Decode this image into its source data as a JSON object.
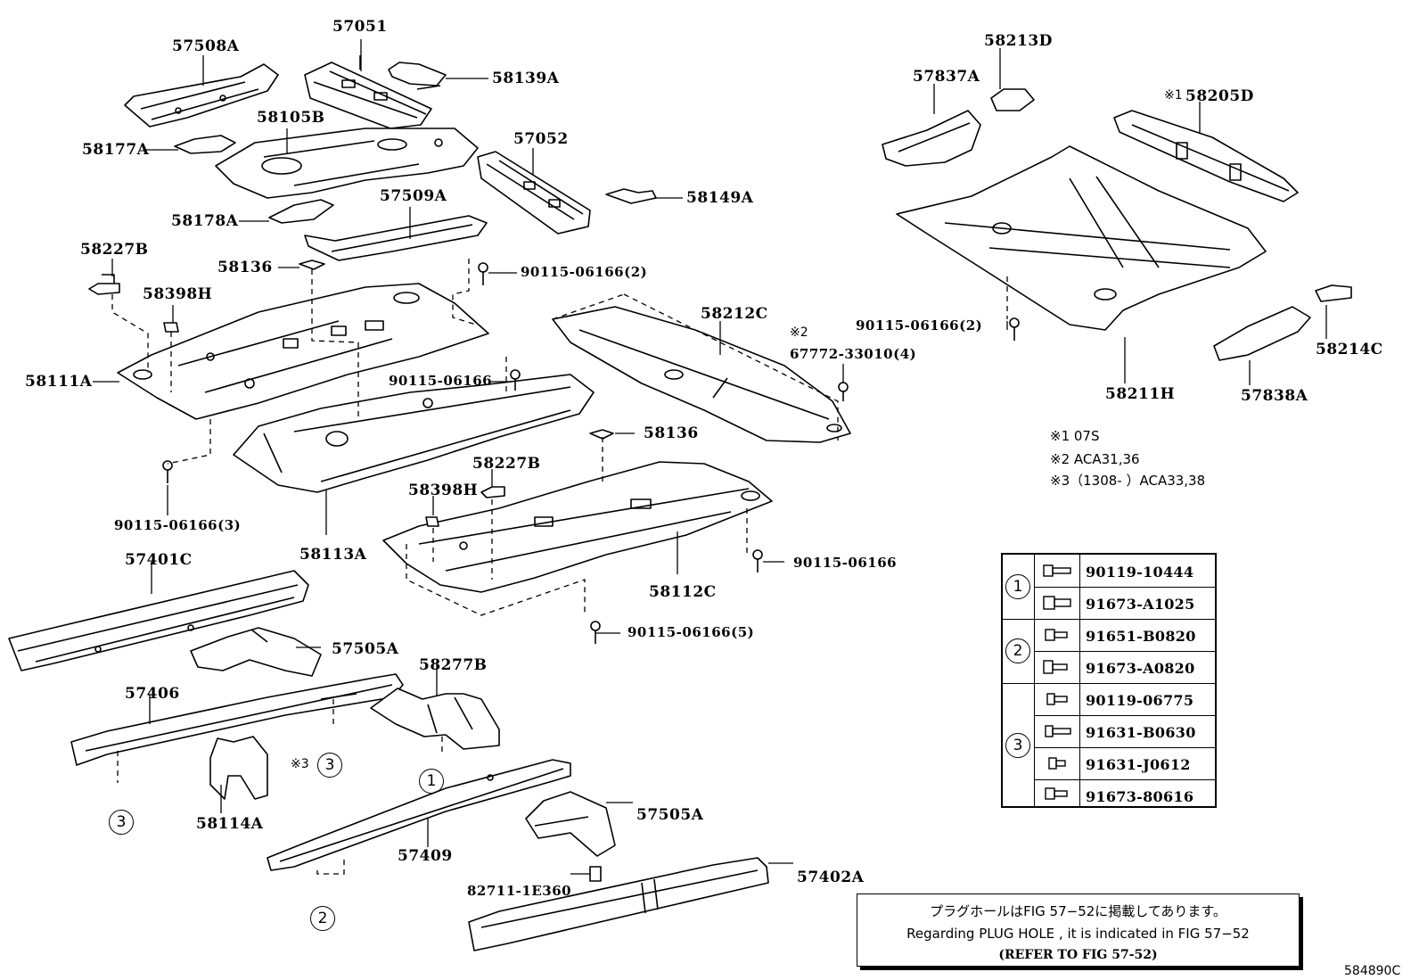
{
  "labels": [
    {
      "id": "57508A",
      "text": "57508A"
    },
    {
      "id": "57051",
      "text": "57051"
    },
    {
      "id": "58139A",
      "text": "58139A"
    },
    {
      "id": "58105B",
      "text": "58105B"
    },
    {
      "id": "58177A",
      "text": "58177A"
    },
    {
      "id": "57052",
      "text": "57052"
    },
    {
      "id": "58149A",
      "text": "58149A"
    },
    {
      "id": "57509A",
      "text": "57509A"
    },
    {
      "id": "58178A",
      "text": "58178A"
    },
    {
      "id": "58227B_1",
      "text": "58227B"
    },
    {
      "id": "58136_1",
      "text": "58136"
    },
    {
      "id": "90115_06166_2a",
      "text": "90115-06166(2)"
    },
    {
      "id": "58398H_1",
      "text": "58398H"
    },
    {
      "id": "58212C",
      "text": "58212C"
    },
    {
      "id": "67772_33010",
      "text": "67772-33010(4)"
    },
    {
      "id": "58111A",
      "text": "58111A"
    },
    {
      "id": "90115_06166_a",
      "text": "90115-06166"
    },
    {
      "id": "58136_2",
      "text": "58136"
    },
    {
      "id": "58227B_2",
      "text": "58227B"
    },
    {
      "id": "58398H_2",
      "text": "58398H"
    },
    {
      "id": "90115_06166_3",
      "text": "90115-06166(3)"
    },
    {
      "id": "58113A",
      "text": "58113A"
    },
    {
      "id": "90115_06166_b",
      "text": "90115-06166"
    },
    {
      "id": "58112C",
      "text": "58112C"
    },
    {
      "id": "90115_06166_5",
      "text": "90115-06166(5)"
    },
    {
      "id": "57401C",
      "text": "57401C"
    },
    {
      "id": "57505A_1",
      "text": "57505A"
    },
    {
      "id": "57406",
      "text": "57406"
    },
    {
      "id": "58277B",
      "text": "58277B"
    },
    {
      "id": "58114A",
      "text": "58114A"
    },
    {
      "id": "57505A_2",
      "text": "57505A"
    },
    {
      "id": "57409",
      "text": "57409"
    },
    {
      "id": "82711_1E360",
      "text": "82711-1E360"
    },
    {
      "id": "57402A",
      "text": "57402A"
    },
    {
      "id": "58213D",
      "text": "58213D"
    },
    {
      "id": "57837A",
      "text": "57837A"
    },
    {
      "id": "58205D",
      "text": "58205D"
    },
    {
      "id": "90115_06166_2b",
      "text": "90115-06166(2)"
    },
    {
      "id": "58211H",
      "text": "58211H"
    },
    {
      "id": "58214C",
      "text": "58214C"
    },
    {
      "id": "57838A",
      "text": "57838A"
    }
  ],
  "marks": {
    "m1": "※1",
    "m2": "※2",
    "m3": "※3"
  },
  "circle_refs": {
    "one": "1",
    "two": "2",
    "three": "3"
  },
  "notes": [
    {
      "id": "note1",
      "text": "※1 07S"
    },
    {
      "id": "note2",
      "text": "※2 ACA31,36"
    },
    {
      "id": "note3",
      "text": "※3（1308-   ）ACA33,38"
    }
  ],
  "fastener_table": {
    "groups": [
      {
        "ref": "1",
        "rows": [
          "90119-10444",
          "91673-A1025"
        ]
      },
      {
        "ref": "2",
        "rows": [
          "91651-B0820",
          "91673-A0820"
        ]
      },
      {
        "ref": "3",
        "rows": [
          "90119-06775",
          "91631-B0630",
          "91631-J0612",
          "91673-80616"
        ]
      }
    ]
  },
  "notice": {
    "line1": "プラグホールはFIG 57−52に掲載してあります。",
    "line2": "Regarding  PLUG  HOLE , it is indicated in FIG  57−52",
    "line3": "(REFER TO FIG 57-52)"
  },
  "figure_code": "584890C"
}
